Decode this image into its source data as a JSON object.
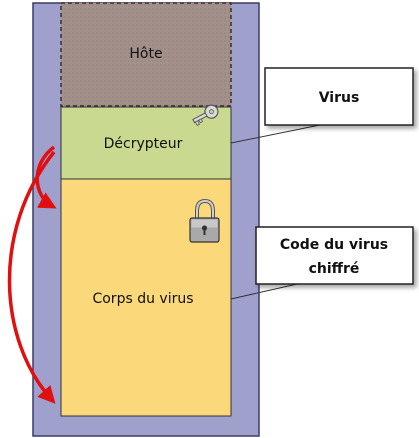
{
  "blocks": {
    "host": {
      "label": "Hôte",
      "fill": "#a08c84",
      "border": "#4a3a34"
    },
    "decryptor": {
      "label": "Décrypteur",
      "fill": "#c9d98f"
    },
    "body": {
      "label": "Corps du virus",
      "fill": "#fbd97a"
    },
    "container": {
      "fill": "#9fa1cc",
      "border": "#3a3c66"
    }
  },
  "callouts": {
    "virus": {
      "text": "Virus"
    },
    "code": {
      "line1": "Code du virus",
      "line2": "chiffré"
    }
  },
  "icons": {
    "key": "key-icon",
    "lock": "padlock-icon"
  },
  "arrows": {
    "color": "#e01010"
  }
}
